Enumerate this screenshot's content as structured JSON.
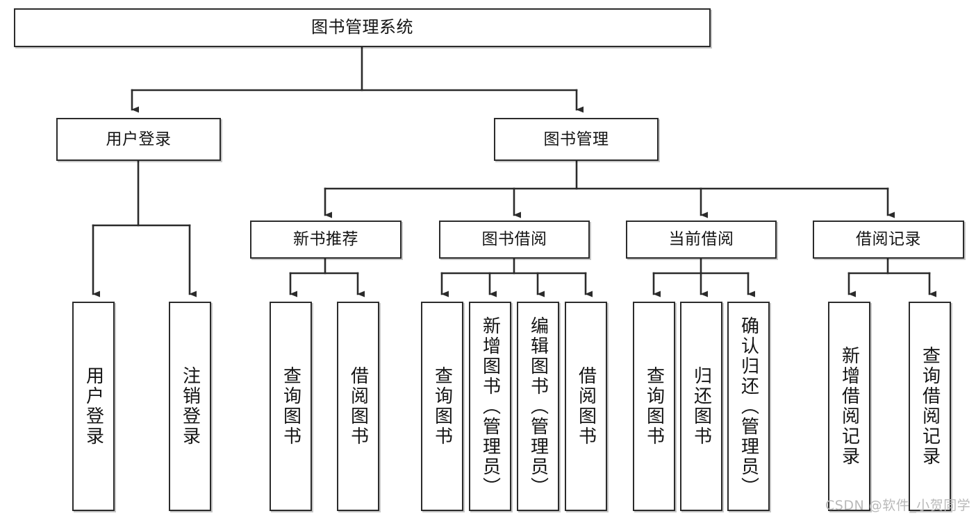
{
  "diagram": {
    "title": "图书管理系统",
    "type": "tree-hierarchy",
    "colors": {
      "box_border": "#2b2b2b",
      "box_fill": "#ffffff",
      "edge": "#2b2b2b",
      "text": "#141414",
      "watermark": "#b9b9b9",
      "background": "#ffffff"
    },
    "watermark": "CSDN @软件_小贺同学",
    "levels": [
      {
        "level": 1,
        "nodes": [
          "图书管理系统"
        ]
      },
      {
        "level": 2,
        "nodes": [
          "用户登录",
          "图书管理"
        ]
      },
      {
        "level": 3,
        "nodes": [
          "新书推荐",
          "图书借阅",
          "当前借阅",
          "借阅记录"
        ]
      },
      {
        "level": 4,
        "nodes": [
          "用户登录",
          "注销登录",
          "查询图书",
          "借阅图书",
          "查询图书",
          "新增图书（管理员）",
          "编辑图书（管理员）",
          "借阅图书",
          "查询图书",
          "归还图书",
          "确认归还（管理员）",
          "新增借阅记录",
          "查询借阅记录"
        ]
      }
    ],
    "nodes": {
      "root": {
        "label": "图书管理系统"
      },
      "user_login": {
        "label": "用户登录"
      },
      "book_mgmt": {
        "label": "图书管理"
      },
      "new_book_rec": {
        "label": "新书推荐"
      },
      "book_borrow": {
        "label": "图书借阅"
      },
      "current_borrow": {
        "label": "当前借阅"
      },
      "borrow_record": {
        "label": "借阅记录"
      },
      "leaf_user_login": {
        "label": "用户登录"
      },
      "leaf_logout": {
        "label": "注销登录"
      },
      "leaf_query_book_1": {
        "label": "查询图书"
      },
      "leaf_borrow_book_1": {
        "label": "借阅图书"
      },
      "leaf_query_book_2": {
        "label": "查询图书"
      },
      "leaf_add_book_admin": {
        "label": "新增图书（管理员）"
      },
      "leaf_edit_book_admin": {
        "label": "编辑图书（管理员）"
      },
      "leaf_borrow_book_2": {
        "label": "借阅图书"
      },
      "leaf_query_book_3": {
        "label": "查询图书"
      },
      "leaf_return_book": {
        "label": "归还图书"
      },
      "leaf_confirm_return_admin": {
        "label": "确认归还（管理员）"
      },
      "leaf_add_borrow_record": {
        "label": "新增借阅记录"
      },
      "leaf_query_borrow_record": {
        "label": "查询借阅记录"
      }
    },
    "edges": [
      {
        "from": "图书管理系统",
        "to": "用户登录"
      },
      {
        "from": "图书管理系统",
        "to": "图书管理"
      },
      {
        "from": "用户登录",
        "to": "用户登录"
      },
      {
        "from": "用户登录",
        "to": "注销登录"
      },
      {
        "from": "图书管理",
        "to": "新书推荐"
      },
      {
        "from": "图书管理",
        "to": "图书借阅"
      },
      {
        "from": "图书管理",
        "to": "当前借阅"
      },
      {
        "from": "图书管理",
        "to": "借阅记录"
      },
      {
        "from": "新书推荐",
        "to": "查询图书"
      },
      {
        "from": "新书推荐",
        "to": "借阅图书"
      },
      {
        "from": "图书借阅",
        "to": "查询图书"
      },
      {
        "from": "图书借阅",
        "to": "新增图书（管理员）"
      },
      {
        "from": "图书借阅",
        "to": "编辑图书（管理员）"
      },
      {
        "from": "图书借阅",
        "to": "借阅图书"
      },
      {
        "from": "当前借阅",
        "to": "查询图书"
      },
      {
        "from": "当前借阅",
        "to": "归还图书"
      },
      {
        "from": "当前借阅",
        "to": "确认归还（管理员）"
      },
      {
        "from": "借阅记录",
        "to": "新增借阅记录"
      },
      {
        "from": "借阅记录",
        "to": "查询借阅记录"
      }
    ]
  }
}
